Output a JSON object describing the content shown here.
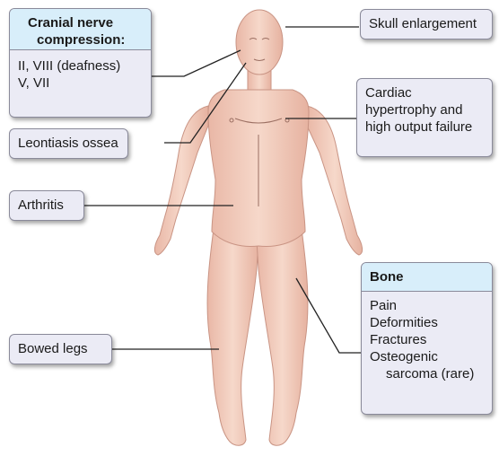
{
  "cranial": {
    "title_line1": "Cranial nerve",
    "title_line2": "compression:",
    "items": [
      "II, VIII (deafness)",
      "V, VII"
    ]
  },
  "labels": {
    "skull": "Skull enlargement",
    "cardiac_line1": "Cardiac",
    "cardiac_line2": "hypertrophy and",
    "cardiac_line3": "high output failure",
    "leontiasis": "Leontiasis ossea",
    "arthritis": "Arthritis",
    "bowed": "Bowed legs"
  },
  "bone": {
    "title": "Bone",
    "items": [
      "Pain",
      "Deformities",
      "Fractures",
      "Osteogenic",
      "sarcoma (rare)"
    ]
  },
  "colors": {
    "box_fill": "#ebebf5",
    "header_fill": "#d8eefa",
    "skin": "#f3cfc0"
  }
}
